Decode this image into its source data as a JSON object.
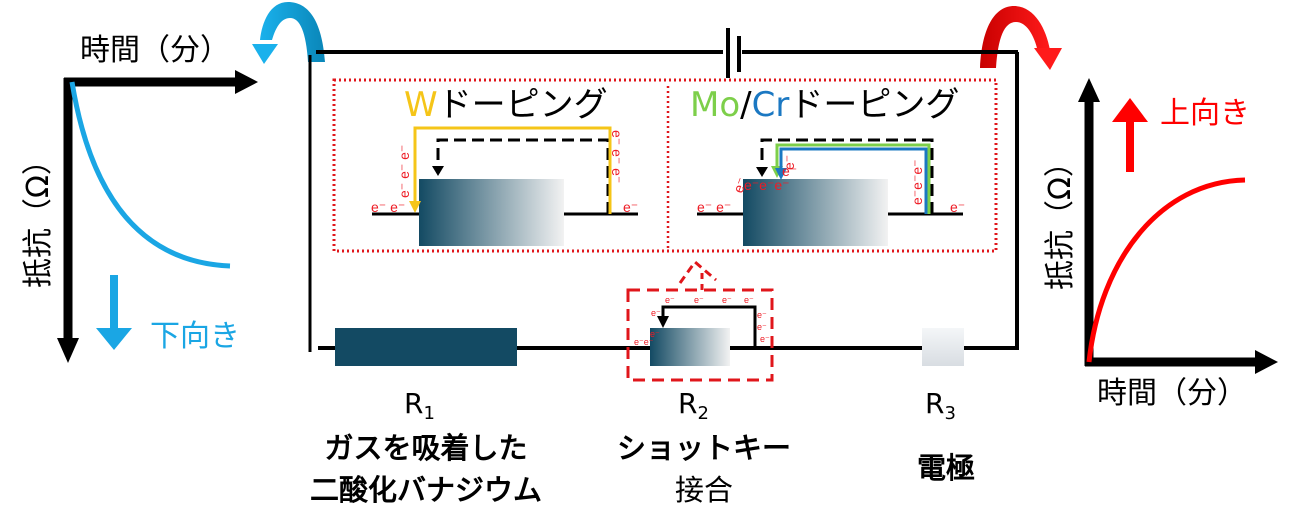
{
  "left_graph": {
    "x_axis_label": "時間（分）",
    "y_axis_label": "抵抗（Ω）",
    "trend_label": "下向き",
    "curve": "decreasing",
    "color": "#1aa6e4"
  },
  "right_graph": {
    "x_axis_label": "時間（分）",
    "y_axis_label": "抵抗（Ω）",
    "trend_label": "上向き",
    "curve": "increasing",
    "color": "#ff0000"
  },
  "doping_panels": {
    "w": {
      "dopant": "W",
      "suffix": "ドーピング",
      "dopant_color": "#f5c518"
    },
    "mocr": {
      "dopant_mo": "Mo",
      "slash": "/",
      "dopant_cr": "Cr",
      "suffix": "ドーピング",
      "mo_color": "#7dcf4a",
      "cr_color": "#1b78c2"
    },
    "electron": "e",
    "electron_sup": "-"
  },
  "components": [
    {
      "id": "R1",
      "symbol": "R",
      "sub": "1",
      "desc_lines": [
        "ガスを吸着した",
        "二酸化バナジウム"
      ]
    },
    {
      "id": "R2",
      "symbol": "R",
      "sub": "2",
      "desc_lines": [
        "ショットキー",
        "接合"
      ]
    },
    {
      "id": "R3",
      "symbol": "R",
      "sub": "3",
      "desc_lines": [
        "電極"
      ]
    }
  ],
  "colors": {
    "wire": "#000000",
    "highlight_box": "#e0161b",
    "semiconductor_dark": "#134a63",
    "electron_text": "#ee1c25"
  }
}
